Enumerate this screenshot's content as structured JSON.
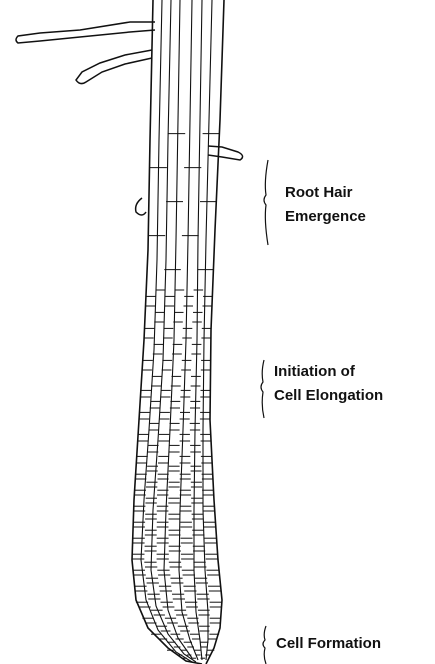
{
  "figure": {
    "line_color": "#111111",
    "background": "#ffffff"
  },
  "labels": {
    "root_hair": {
      "line1": "Root Hair",
      "line2": "Emergence"
    },
    "elongation": {
      "line1": "Initiation of",
      "line2": "Cell Elongation"
    },
    "formation": {
      "line1": "Cell Formation"
    }
  }
}
